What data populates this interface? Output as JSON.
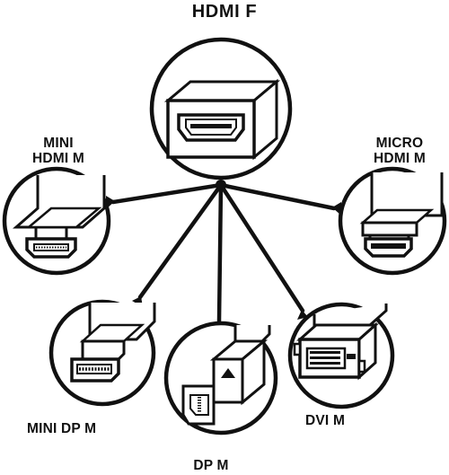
{
  "title": "HDMI F",
  "connectors": [
    {
      "id": "mini-hdmi",
      "lines": [
        "MINI",
        "HDMI M"
      ]
    },
    {
      "id": "micro-hdmi",
      "lines": [
        "MICRO",
        "HDMI M"
      ]
    },
    {
      "id": "mini-dp",
      "lines": [
        "MINI DP M"
      ]
    },
    {
      "id": "dp",
      "lines": [
        "DP M"
      ]
    },
    {
      "id": "dvi",
      "lines": [
        "DVI M"
      ]
    }
  ],
  "colors": {
    "ink": "#111111",
    "background": "#ffffff"
  }
}
